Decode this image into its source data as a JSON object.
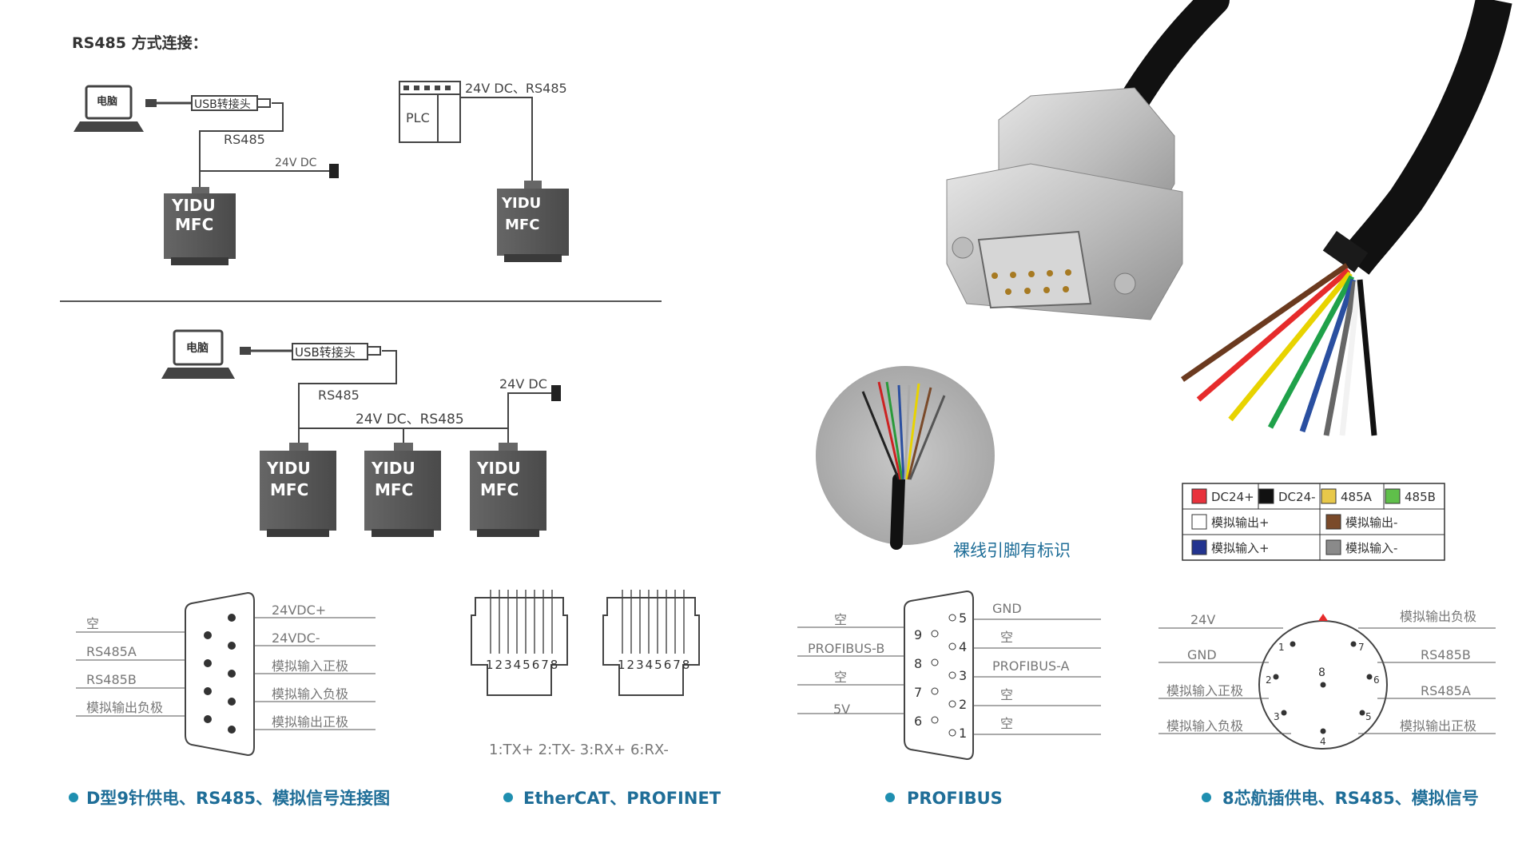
{
  "title": "RS485 方式连接：",
  "topLeft": {
    "pc": "电脑",
    "usb": "USB转接头",
    "rs485": "RS485",
    "power": "24V DC",
    "device": [
      "YIDU",
      "MFC"
    ]
  },
  "topRight": {
    "plc": "PLC",
    "bus": "24V DC、RS485",
    "device": [
      "YIDU",
      "MFC"
    ]
  },
  "middle": {
    "pc": "电脑",
    "usb": "USB转接头",
    "rs485": "RS485",
    "power": "24V DC",
    "bus": "24V DC、RS485",
    "devices": [
      [
        "YIDU",
        "MFC"
      ],
      [
        "YIDU",
        "MFC"
      ],
      [
        "YIDU",
        "MFC"
      ]
    ]
  },
  "wire_photo_caption": "裸线引脚有标识",
  "wire_legend": [
    {
      "color": "#e8323c",
      "label": "DC24+"
    },
    {
      "color": "#111111",
      "label": "DC24-"
    },
    {
      "color": "#e8c84a",
      "label": "485A"
    },
    {
      "color": "#5fbf4a",
      "label": "485B"
    },
    {
      "color": "#ffffff",
      "label": "模拟输出+"
    },
    {
      "color": "#7a4a2a",
      "label": "模拟输出-"
    },
    {
      "color": "#23348f",
      "label": "模拟输入+"
    },
    {
      "color": "#8a8a8a",
      "label": "模拟输入-"
    }
  ],
  "d9": {
    "left": [
      "空",
      "RS485A",
      "RS485B",
      "模拟输出负极"
    ],
    "right": [
      "24VDC+",
      "24VDC-",
      "模拟输入正极",
      "模拟输入负极",
      "模拟输出正极"
    ],
    "caption": "D型9针供电、RS485、模拟信号连接图"
  },
  "ethercat": {
    "pins": "12345678",
    "pinout": "1:TX+  2:TX-  3:RX+  6:RX-",
    "caption": "EtherCAT、PROFINET"
  },
  "profibus": {
    "left": [
      "空",
      "PROFIBUS-B",
      "空",
      "5V"
    ],
    "right": [
      "GND",
      "空",
      "PROFIBUS-A",
      "空",
      "空"
    ],
    "left_pins": [
      "9",
      "8",
      "7",
      "6"
    ],
    "right_pins": [
      "5",
      "4",
      "3",
      "2",
      "1"
    ],
    "caption": "PROFIBUS"
  },
  "aviation": {
    "left": [
      "24V",
      "GND",
      "模拟输入正极",
      "模拟输入负极"
    ],
    "right": [
      "模拟输出负极",
      "RS485B",
      "RS485A",
      "模拟输出正极"
    ],
    "pins": [
      "1",
      "2",
      "3",
      "4",
      "5",
      "6",
      "7",
      "8"
    ],
    "caption": "8芯航插供电、RS485、模拟信号"
  },
  "colors": {
    "caption": "#1f6e98",
    "device": "#555555",
    "dot": "#1f8fb0"
  }
}
